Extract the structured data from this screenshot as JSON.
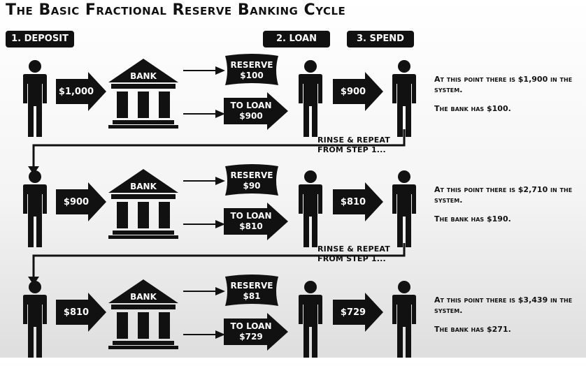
{
  "title": "The Basic Fractional Reserve Banking Cycle",
  "steps": [
    "1. DEPOSIT",
    "2. LOAN",
    "3. SPEND"
  ],
  "bank_label": "BANK",
  "rinse_lines": [
    "RINSE & REPEAT",
    "FROM STEP 1..."
  ],
  "rows": [
    {
      "deposit": "$1,000",
      "reserve_label": "RESERVE",
      "reserve": "$100",
      "loan_label": "TO LOAN",
      "loan": "$900",
      "spend": "$900",
      "system_text": "At this point there is $1,900 in the system.",
      "bank_text": "The bank has $100."
    },
    {
      "deposit": "$900",
      "reserve_label": "RESERVE",
      "reserve": "$90",
      "loan_label": "TO LOAN",
      "loan": "$810",
      "spend": "$810",
      "system_text": "At this point there is $2,710 in the system.",
      "bank_text": "The bank has $190."
    },
    {
      "deposit": "$810",
      "reserve_label": "RESERVE",
      "reserve": "$81",
      "loan_label": "TO LOAN",
      "loan": "$729",
      "spend": "$729",
      "system_text": "At this point there is $3,439 in the system.",
      "bank_text": "The bank has $271."
    }
  ]
}
